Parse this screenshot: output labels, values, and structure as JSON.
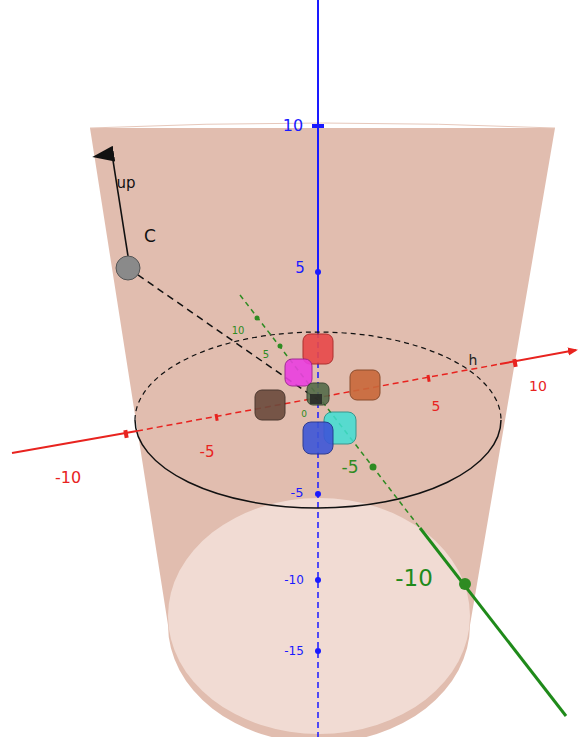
{
  "diagram": {
    "labels": [
      "10",
      "5",
      "-5",
      "-10",
      "-15",
      "-10",
      "-5",
      "5",
      "10",
      "h",
      "10",
      "5",
      "0",
      "-5",
      "-10",
      "up",
      "C"
    ]
  }
}
